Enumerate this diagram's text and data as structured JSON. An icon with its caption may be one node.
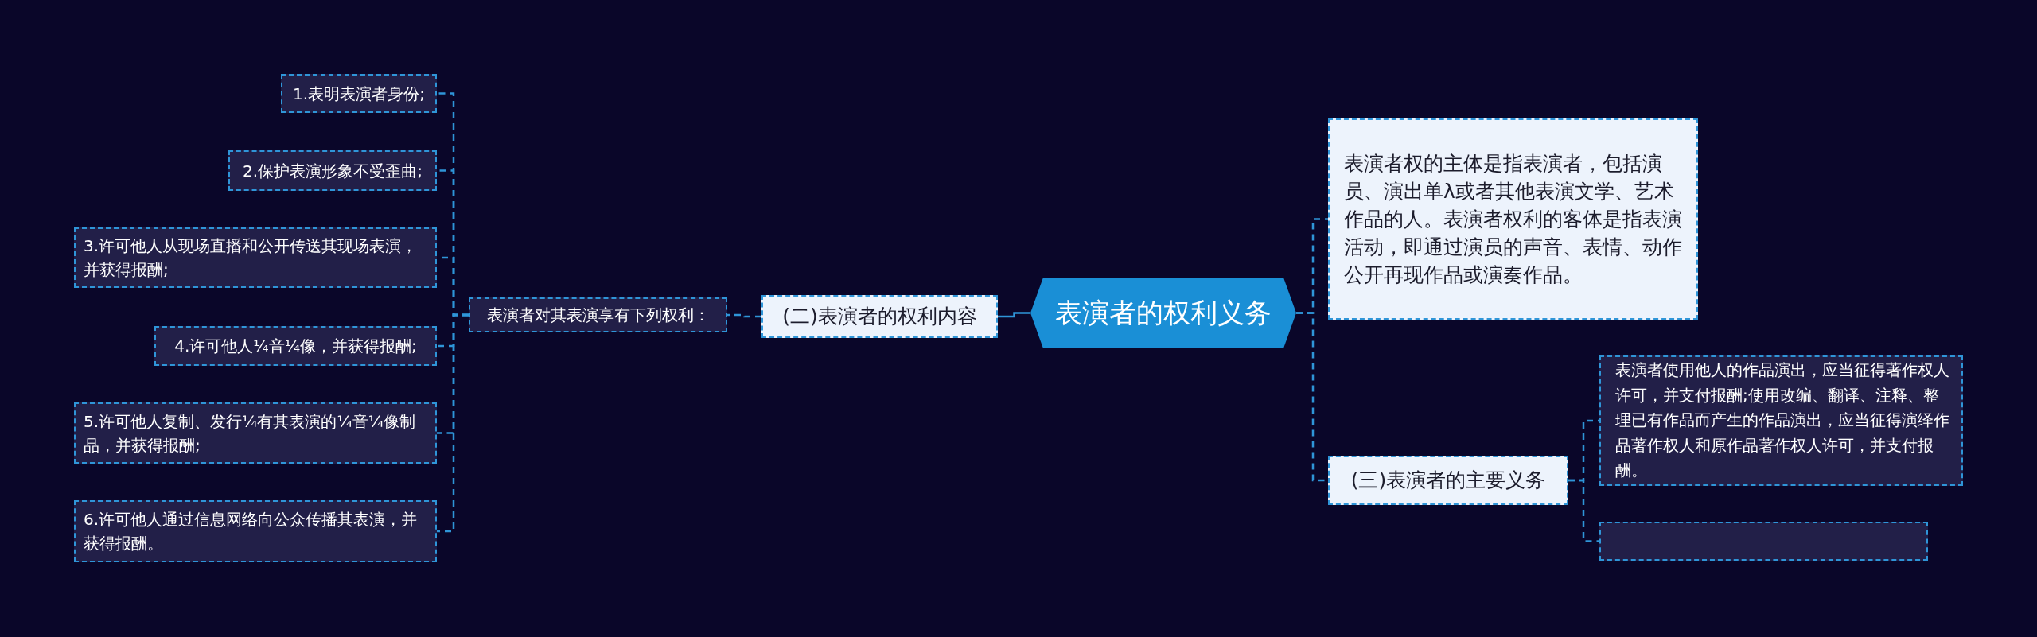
{
  "diagram": {
    "nodes": [
      {
        "text": [
          "表演者的权利义务"
        ]
      },
      {
        "text": [
          "(二)表演者的权利内容"
        ]
      },
      {
        "text": [
          "表演者对其表演享有下列权利："
        ]
      },
      {
        "text": [
          "1.表明表演者身份;"
        ]
      },
      {
        "text": [
          "2.保护表演形象不受歪曲;"
        ]
      },
      {
        "text": [
          "3.许可他人从现场直播和公开传送其现场表演，并获得报酬;"
        ]
      },
      {
        "text": [
          "4.许可他人¼音¼像，并获得报酬;"
        ]
      },
      {
        "text": [
          "5.许可他人复制、发行¼有其表演的¼音¼像制品，并获得报酬;"
        ]
      },
      {
        "text": [
          "6.许可他人通过信息网络向公众传播其表演，并获得报酬。"
        ]
      },
      {
        "text": [
          "表演者权的主体是指表演者，包括演员、演出单λ或者其他表演文学、艺术作品的人。表演者权利的客体是指表演活动，即通过演员的声音、表情、动作公开再现作品或演奏作品。"
        ]
      },
      {
        "text": [
          "(三)表演者的主要义务"
        ]
      },
      {
        "text": [
          "表演者使用他人的作品演出，应当征得著作权人许可，并支付报酬;使用改编、翻译、注释、整理已有作品而产生的作品演出，应当征得演绎作品著作权人和原作品著作权人许可，并支付报酬。"
        ]
      },
      {
        "text": [],
        "shape": "box"
      }
    ],
    "edges": [
      {
        "from": 0,
        "to": 1,
        "arrow": "none"
      },
      {
        "from": 1,
        "to": 2,
        "arrow": "none",
        "style": "dashed"
      },
      {
        "from": 2,
        "to": 3,
        "arrow": "none",
        "style": "dashed"
      },
      {
        "from": 2,
        "to": 4,
        "arrow": "none",
        "style": "dashed"
      },
      {
        "from": 2,
        "to": 5,
        "arrow": "none",
        "style": "dashed"
      },
      {
        "from": 2,
        "to": 6,
        "arrow": "none",
        "style": "dashed"
      },
      {
        "from": 2,
        "to": 7,
        "arrow": "none",
        "style": "dashed"
      },
      {
        "from": 2,
        "to": 8,
        "arrow": "none",
        "style": "dashed"
      },
      {
        "from": 0,
        "to": 9,
        "arrow": "none",
        "style": "dashed"
      },
      {
        "from": 0,
        "to": 10,
        "arrow": "none",
        "style": "dashed"
      },
      {
        "from": 10,
        "to": 11,
        "arrow": "none",
        "style": "dashed"
      },
      {
        "from": 10,
        "to": 12,
        "arrow": "none",
        "style": "dashed"
      }
    ]
  }
}
